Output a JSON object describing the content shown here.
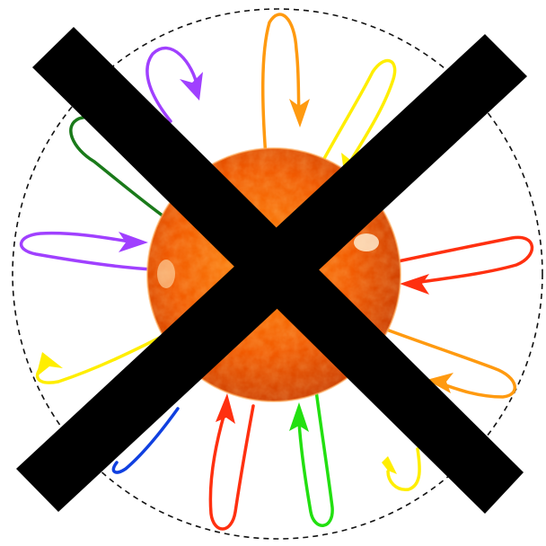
{
  "diagram": {
    "colors": {
      "background": "#ffffff",
      "boundary": "#111111",
      "cross": "#000000",
      "sun_core": "#ff7a00",
      "sun_mid": "#f25500",
      "sun_edge": "#c83a00",
      "sun_highlight": "#ffe8c0"
    },
    "loops": [
      {
        "name": "purple-loop-top-left",
        "color": "#a040ff"
      },
      {
        "name": "orange-loop-top",
        "color": "#ff9a10"
      },
      {
        "name": "yellow-loop-top-right",
        "color": "#ffee00"
      },
      {
        "name": "green-loop-left",
        "color": "#1a7a1a"
      },
      {
        "name": "purple-loop-left",
        "color": "#a040ff"
      },
      {
        "name": "red-loop-right",
        "color": "#ff3010"
      },
      {
        "name": "orange-loop-right",
        "color": "#ff9a10"
      },
      {
        "name": "yellow-loop-left",
        "color": "#ffee00"
      },
      {
        "name": "blue-loop-bottom-left",
        "color": "#1040e0"
      },
      {
        "name": "red-loop-bottom",
        "color": "#ff3010"
      },
      {
        "name": "green-loop-bottom",
        "color": "#22e010"
      },
      {
        "name": "yellow-loop-bottom-right",
        "color": "#ffee00"
      }
    ]
  }
}
